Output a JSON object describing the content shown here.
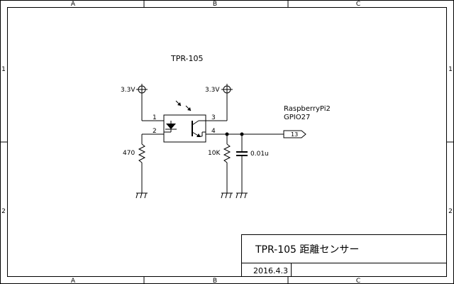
{
  "frame": {
    "columns": [
      "A",
      "B",
      "C"
    ],
    "rows": [
      "1",
      "2"
    ]
  },
  "schematic": {
    "component_name": "TPR-105",
    "supply_left": "3.3V",
    "supply_right": "3.3V",
    "pin1": "1",
    "pin2": "2",
    "pin3": "3",
    "pin4": "4",
    "resistor_led": "470",
    "resistor_pulldown": "10K",
    "capacitor": "0.01u",
    "target_board": "RaspberryPi2",
    "target_pin": "GPIO27",
    "port_label": "13"
  },
  "title_block": {
    "title": "TPR-105 距離センサー",
    "date": "2016.4.3"
  }
}
